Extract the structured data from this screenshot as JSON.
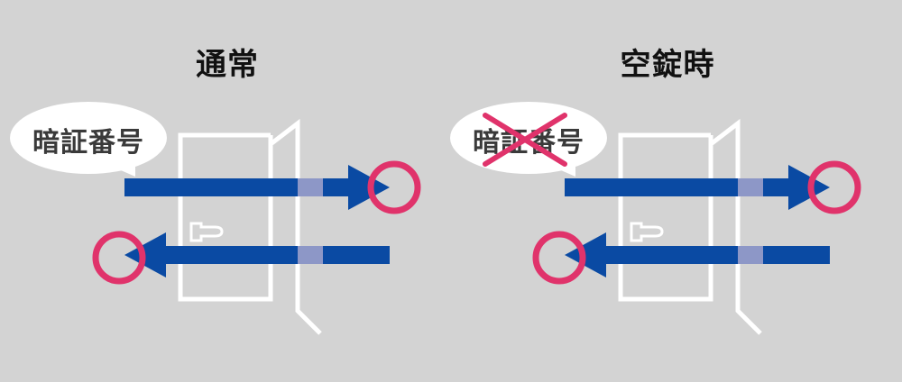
{
  "colors": {
    "background": "#d3d3d3",
    "arrow": "#0a4aa3",
    "arrow_through_door": "#8d97c7",
    "target_ring": "#e0336b",
    "door_outline": "#ffffff",
    "bubble": "#ffffff",
    "bubble_text": "#3a3a3a",
    "strike": "#e0336b"
  },
  "panels": [
    {
      "title": "通常",
      "bubble_label": "暗証番号",
      "bubble_struck": false
    },
    {
      "title": "空錠時",
      "bubble_label": "暗証番号",
      "bubble_struck": true
    }
  ],
  "icons": {
    "door": "door-icon",
    "handle": "door-handle-icon",
    "target": "target-circle-icon",
    "strike": "cross-icon"
  }
}
